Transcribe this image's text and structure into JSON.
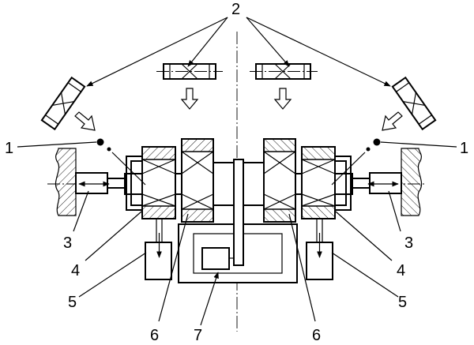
{
  "callouts": {
    "c2": "2",
    "c1_left": "1",
    "c1_right": "1",
    "c3_left": "3",
    "c3_right": "3",
    "c4_left": "4",
    "c4_right": "4",
    "c5_left": "5",
    "c5_right": "5",
    "c6_left": "6",
    "c6_right": "6",
    "c7": "7"
  }
}
